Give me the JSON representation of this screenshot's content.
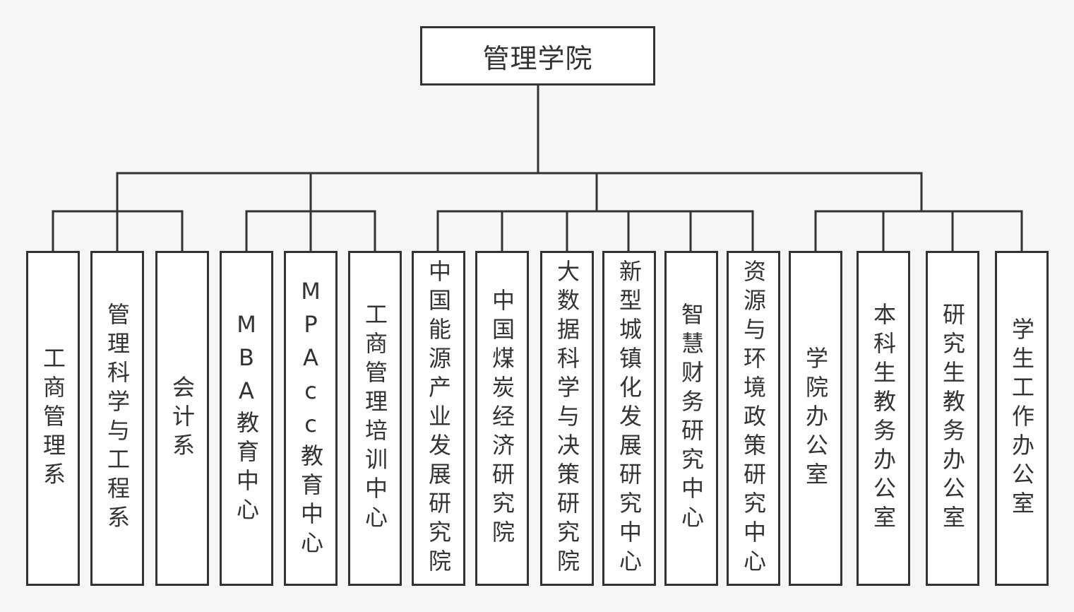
{
  "root": {
    "label": "管理学院"
  },
  "groups": [
    {
      "units": [
        "工商管理系",
        "管理科学与工程系",
        "会计系"
      ]
    },
    {
      "units": [
        "MBA教育中心",
        "MPAcc教育中心",
        "工商管理培训中心"
      ]
    },
    {
      "units": [
        "中国能源产业发展研究院",
        "中国煤炭经济研究院",
        "大数据科学与决策研究院",
        "新型城镇化发展研究中心",
        "智慧财务研究中心",
        "资源与环境政策研究中心"
      ]
    },
    {
      "units": [
        "学院办公室",
        "本科生教务办公室",
        "研究生教务办公室",
        "学生工作办公室"
      ]
    }
  ]
}
